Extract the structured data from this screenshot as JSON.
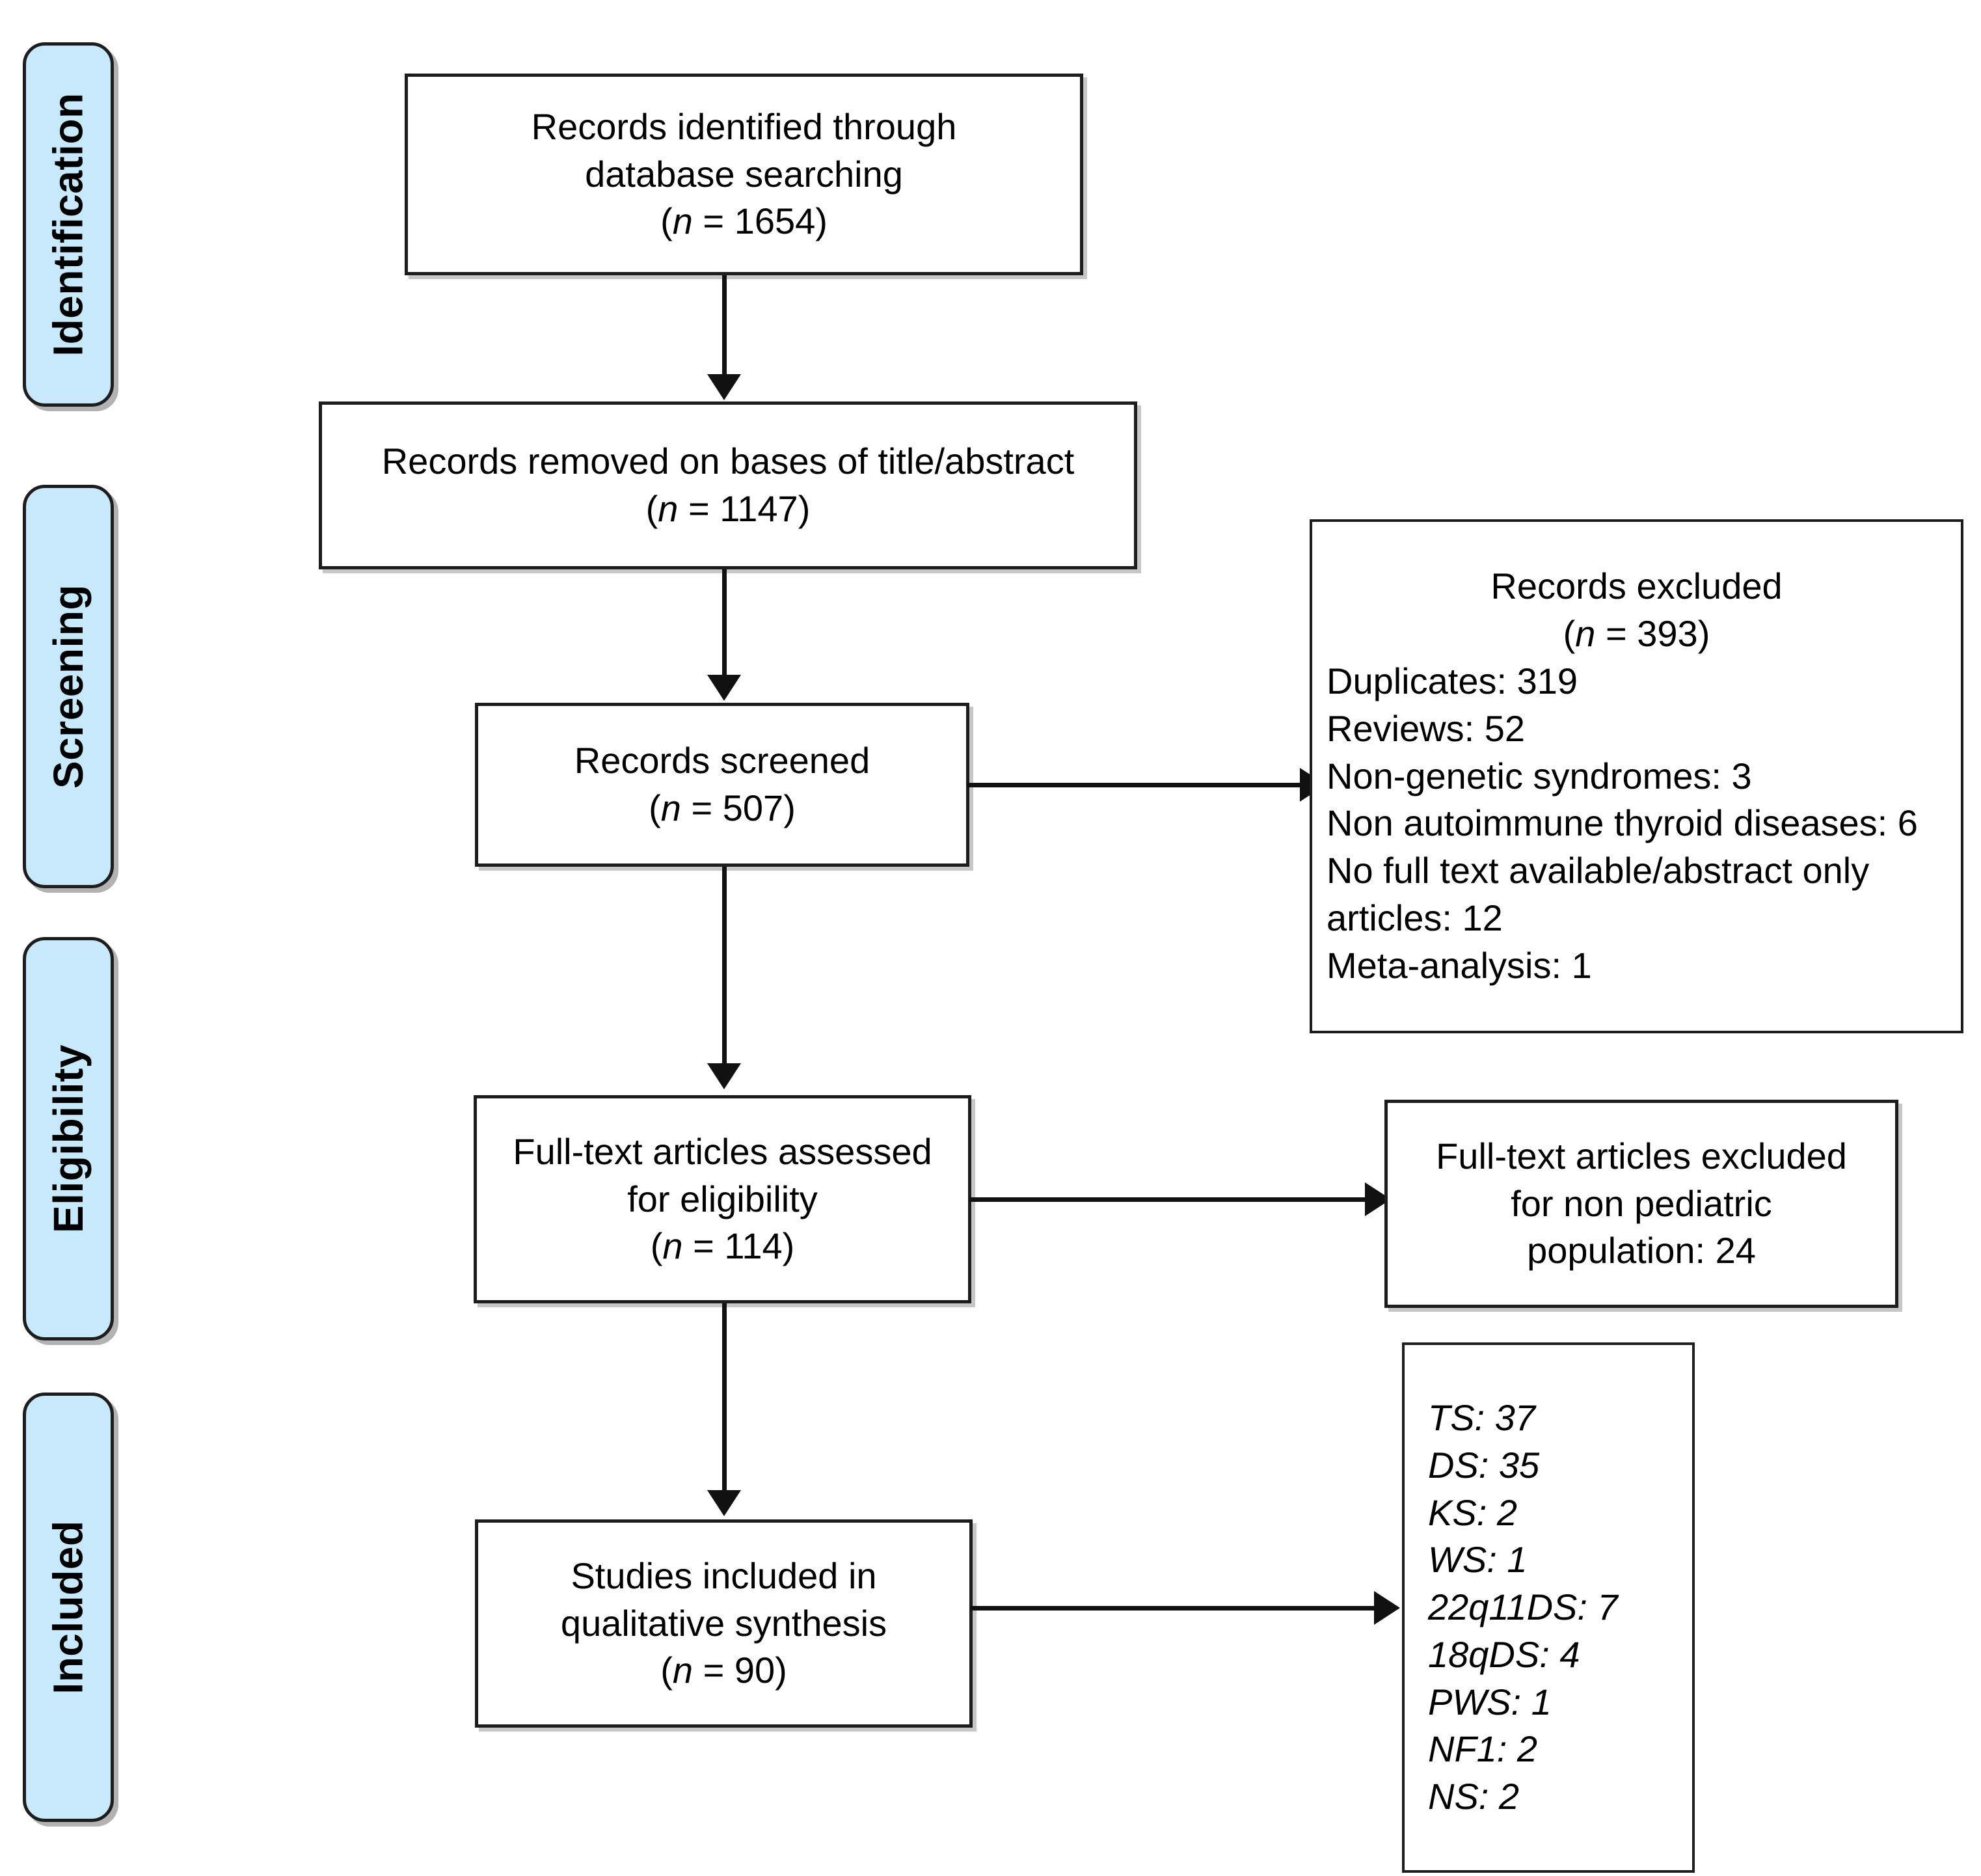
{
  "diagram": {
    "title": "PRISMA flow diagram of study selection",
    "type": "prisma-flowchart",
    "accent_color": "#c8e8fc",
    "line_color": "#111111",
    "background": "#ffffff"
  },
  "stages": [
    {
      "id": "identification",
      "label": "Identification"
    },
    {
      "id": "screening",
      "label": "Screening"
    },
    {
      "id": "eligibility",
      "label": "Eligibility"
    },
    {
      "id": "included",
      "label": "Included"
    }
  ],
  "boxes": {
    "identified": {
      "id": "records-identified",
      "line1": "Records identified through",
      "line2": "database searching",
      "n_prefix": "(",
      "n_symbol": "n",
      "n_equals": " = ",
      "n_value": "1654",
      "n_suffix": ")"
    },
    "removed": {
      "id": "records-removed",
      "line1": "Records removed on bases of title/abstract",
      "n_symbol": "n",
      "n_value": "1147"
    },
    "screened": {
      "id": "records-screened",
      "line1": "Records screened",
      "n_symbol": "n",
      "n_value": "507"
    },
    "excluded": {
      "id": "records-excluded",
      "title": "Records excluded",
      "n_symbol": "n",
      "n_value": "393",
      "reasons": [
        "Duplicates: 319",
        "Reviews: 52",
        "Non-genetic syndromes: 3",
        "Non autoimmune thyroid diseases: 6",
        "No full text available/abstract only",
        "articles: 12",
        "Meta-analysis: 1"
      ]
    },
    "fulltext": {
      "id": "fulltext-assessed",
      "line1": "Full-text articles assessed",
      "line2": "for eligibility",
      "n_symbol": "n",
      "n_value": "114"
    },
    "fulltext_excluded": {
      "id": "fulltext-excluded",
      "line1": "Full-text articles excluded",
      "line2": "for non pediatric",
      "line3": "population: 24"
    },
    "included": {
      "id": "studies-included",
      "line1": "Studies included in",
      "line2": "qualitative synthesis",
      "n_symbol": "n",
      "n_value": "90"
    },
    "syndromes": {
      "id": "syndrome-breakdown",
      "items": [
        "TS: 37",
        "DS: 35",
        "KS: 2",
        "WS: 1",
        "22q11DS: 7",
        "18qDS: 4",
        "PWS: 1",
        "NF1: 2",
        "NS: 2"
      ]
    }
  },
  "chart_data": {
    "type": "flowchart",
    "title": "PRISMA study selection flow",
    "nodes": [
      {
        "name": "Records identified through database searching",
        "n": 1654,
        "stage": "Identification"
      },
      {
        "name": "Records removed on bases of title/abstract",
        "n": 1147,
        "stage": "Screening"
      },
      {
        "name": "Records screened",
        "n": 507,
        "stage": "Screening"
      },
      {
        "name": "Records excluded",
        "n": 393,
        "stage": "Screening"
      },
      {
        "name": "Full-text articles assessed for eligibility",
        "n": 114,
        "stage": "Eligibility"
      },
      {
        "name": "Full-text articles excluded for non pediatric population",
        "n": 24,
        "stage": "Eligibility"
      },
      {
        "name": "Studies included in qualitative synthesis",
        "n": 90,
        "stage": "Included"
      }
    ],
    "exclusion_reasons": [
      {
        "label": "Duplicates",
        "value": 319
      },
      {
        "label": "Reviews",
        "value": 52
      },
      {
        "label": "Non-genetic syndromes",
        "value": 3
      },
      {
        "label": "Non autoimmune thyroid diseases",
        "value": 6
      },
      {
        "label": "No full text available/abstract only articles",
        "value": 12
      },
      {
        "label": "Meta-analysis",
        "value": 1
      }
    ],
    "included_breakdown": [
      {
        "label": "TS",
        "value": 37
      },
      {
        "label": "DS",
        "value": 35
      },
      {
        "label": "KS",
        "value": 2
      },
      {
        "label": "WS",
        "value": 1
      },
      {
        "label": "22q11DS",
        "value": 7
      },
      {
        "label": "18qDS",
        "value": 4
      },
      {
        "label": "PWS",
        "value": 1
      },
      {
        "label": "NF1",
        "value": 2
      },
      {
        "label": "NS",
        "value": 2
      }
    ]
  }
}
